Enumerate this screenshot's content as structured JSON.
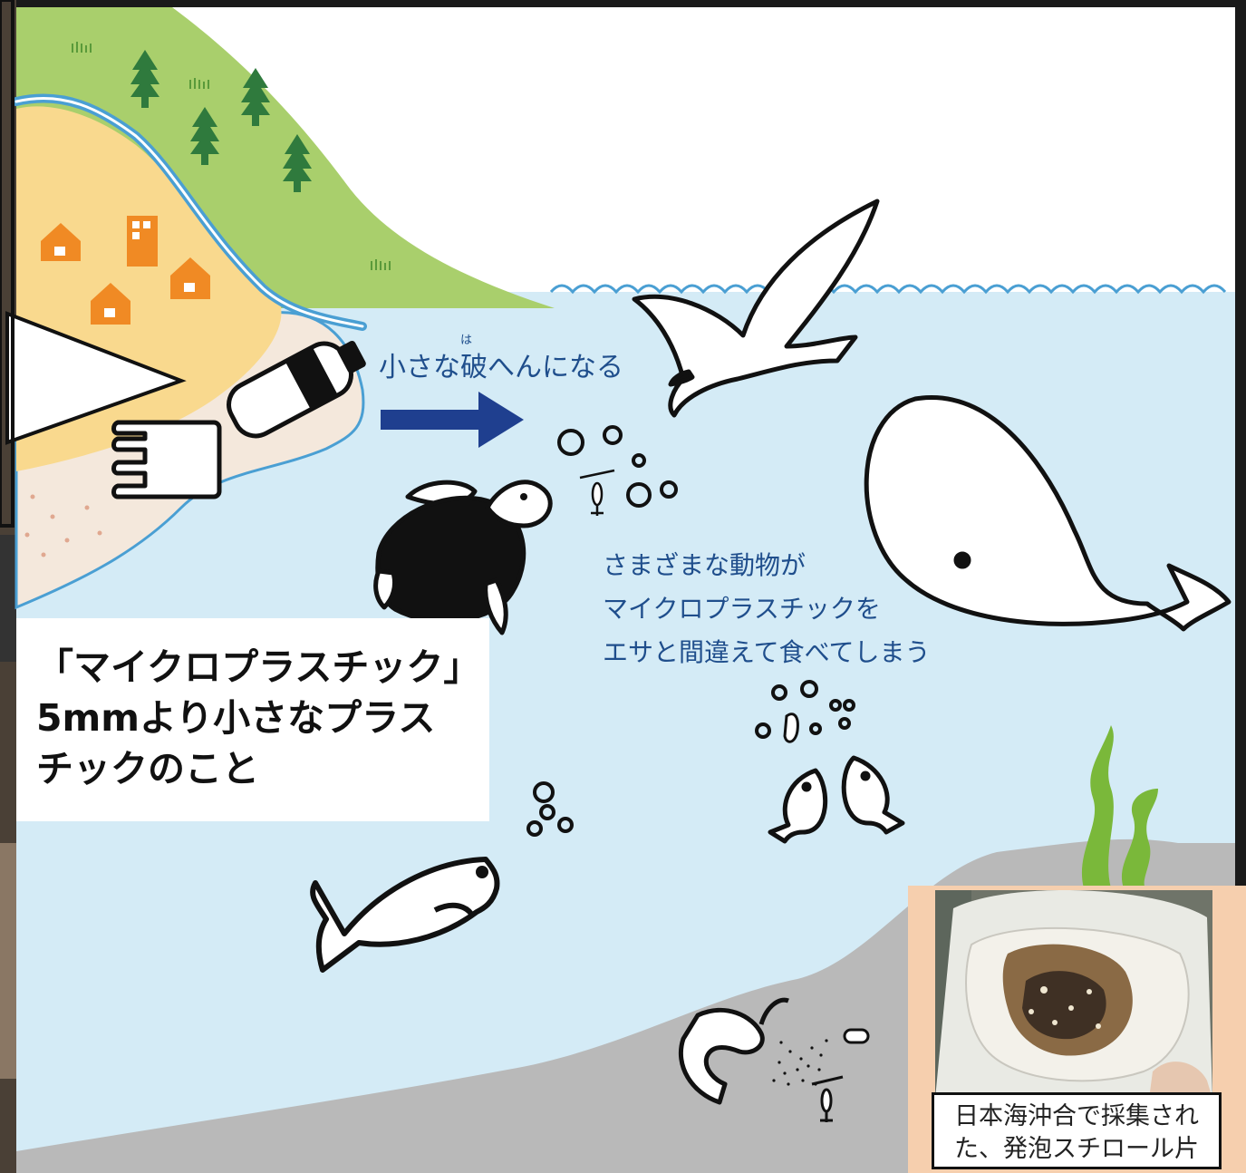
{
  "annotations": {
    "break_text": "小さな破へんになる",
    "break_ruby": "は",
    "animals_lines": [
      "さまざまな動物が",
      "マイクロプラスチックを",
      "エサと間違えて食べてしまう"
    ]
  },
  "label": {
    "lines": [
      "「マイクロプラスチック」",
      "5mmより小さなプラス",
      "チックのこと"
    ]
  },
  "photo_caption": {
    "lines": [
      "日本海沖合で採集され",
      "た、発泡スチロール片"
    ]
  },
  "colors": {
    "sea": "#d4ebf6",
    "land": "#a9cf6c",
    "sand": "#f9d98e",
    "beach": "#f4e8dc",
    "river": "#4a9fd3",
    "house": "#f08a24",
    "arrow": "#1f3f8f",
    "seabed": "#b9b9b9",
    "seaweed": "#7ab83a",
    "caption_bg": "#f6cfae"
  }
}
